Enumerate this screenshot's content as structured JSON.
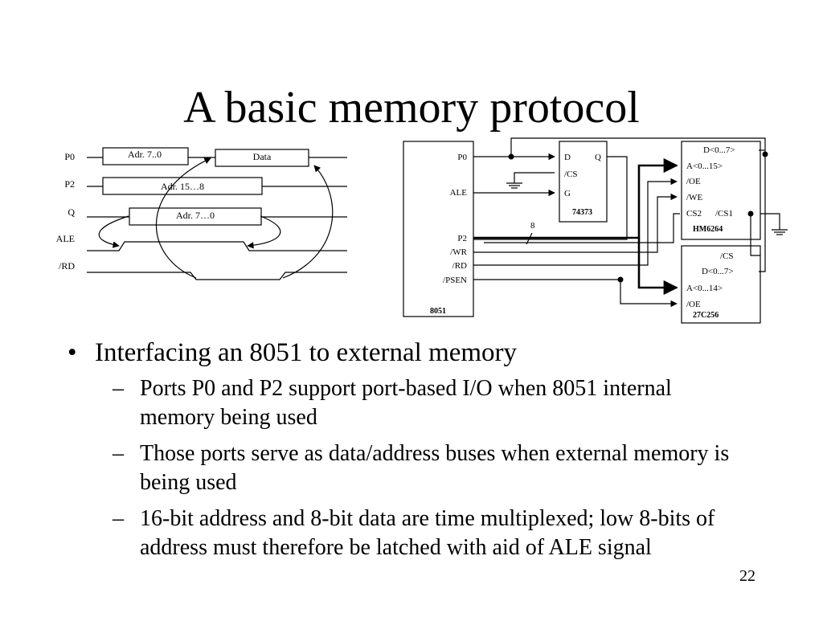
{
  "slide": {
    "title": "A basic memory protocol",
    "page_number": "22"
  },
  "timing": {
    "signals": [
      "P0",
      "P2",
      "Q",
      "ALE",
      "/RD"
    ],
    "boxes": {
      "p0_addr": "Adr. 7..0",
      "p0_data": "Data",
      "p2_addr": "Adr. 15…8",
      "q_addr": "Adr. 7…0"
    }
  },
  "circuit": {
    "mcu": {
      "name": "8051",
      "pins_top": [
        "P0",
        "ALE"
      ],
      "pins_bottom": [
        "P2",
        "/WR",
        "/RD",
        "/PSEN"
      ]
    },
    "latch": {
      "name": "74373",
      "pins": [
        "D",
        "Q",
        "/CS",
        "G"
      ]
    },
    "ram": {
      "name": "HM6264",
      "pins": [
        "D<0...7>",
        "A<0...15>",
        "/OE",
        "/WE",
        "CS2",
        "/CS1"
      ]
    },
    "rom": {
      "name": "27C256",
      "pins": [
        "/CS",
        "D<0...7>",
        "A<0...14>",
        "/OE"
      ]
    },
    "bus_width": "8"
  },
  "bullets": [
    {
      "text": "Interfacing an 8051 to external memory",
      "sub": [
        "Ports P0 and P2 support port-based I/O when 8051 internal memory being used",
        "Those ports serve as data/address buses when external memory is being used",
        "16-bit address and 8-bit data are time multiplexed; low 8-bits of address must therefore be latched with aid of ALE signal"
      ]
    }
  ]
}
